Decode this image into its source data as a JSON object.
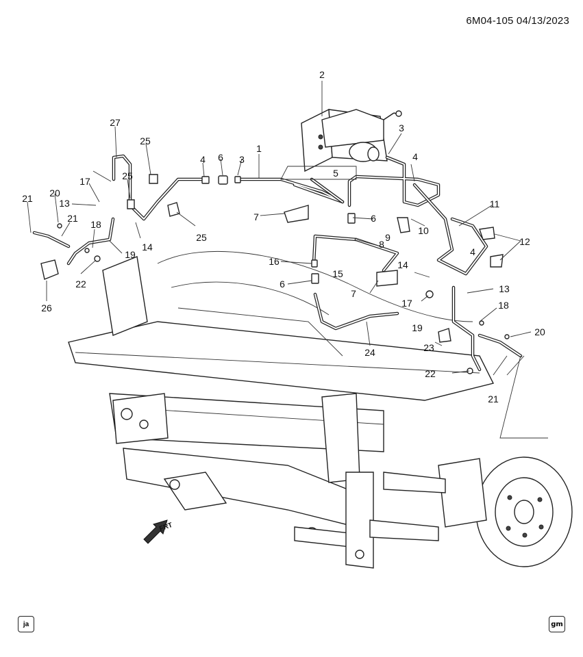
{
  "header": {
    "code": "6M04-105",
    "date": "04/13/2023"
  },
  "callouts": [
    "1",
    "2",
    "3",
    "3",
    "4",
    "4",
    "4",
    "5",
    "6",
    "6",
    "6",
    "7",
    "7",
    "8",
    "9",
    "10",
    "11",
    "12",
    "13",
    "13",
    "14",
    "14",
    "15",
    "16",
    "17",
    "17",
    "18",
    "18",
    "19",
    "19",
    "20",
    "20",
    "21",
    "21",
    "21",
    "22",
    "22",
    "23",
    "24",
    "25",
    "25",
    "25",
    "26",
    "27"
  ],
  "direction_label": "FRT",
  "corner_left": "ja",
  "corner_right": "gm",
  "icons": {
    "direction": "front-arrow-icon",
    "brand": "gm-logo-icon"
  }
}
